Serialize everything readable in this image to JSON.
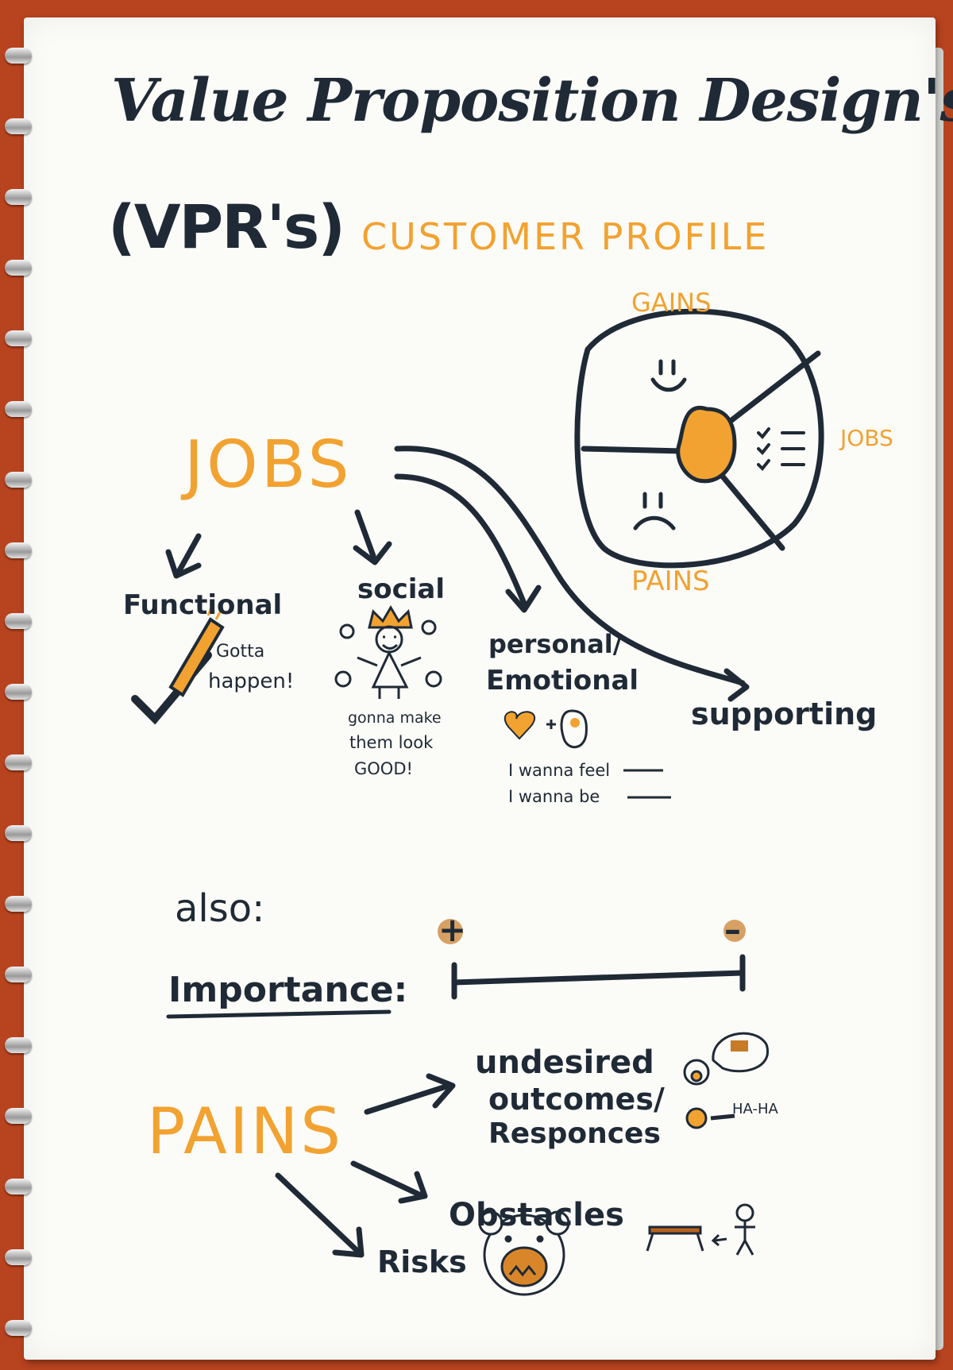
{
  "title": {
    "line1": "Value Proposition Design's",
    "line2": "(VPR's)",
    "subtitle": "CUSTOMER PROFILE"
  },
  "profile_diagram": {
    "gains": "GAINS",
    "jobs": "JOBS",
    "pains": "PAINS"
  },
  "jobs": {
    "heading": "JOBS",
    "functional": "Functional",
    "functional_note_1": "Gotta",
    "functional_note_2": "happen!",
    "social": "social",
    "social_note_1": "gonna make",
    "social_note_2": "them look",
    "social_note_3": "GOOD!",
    "personal_1": "personal/",
    "personal_2": "Emotional",
    "feel": "I wanna feel",
    "be": "I wanna be",
    "supporting": "supporting"
  },
  "also": {
    "label": "also:",
    "importance": "Importance:",
    "plus": "+",
    "minus": "–"
  },
  "pains": {
    "heading": "PAINS",
    "undesired_1": "undesired",
    "undesired_2": "outcomes/",
    "undesired_3": "Responces",
    "haha": "HA-HA",
    "obstacles": "Obstacles",
    "risks": "Risks"
  },
  "colors": {
    "ink": "#1f2a36",
    "highlight": "#f2a230",
    "paper": "#fbfbf8",
    "table": "#b8431f"
  }
}
